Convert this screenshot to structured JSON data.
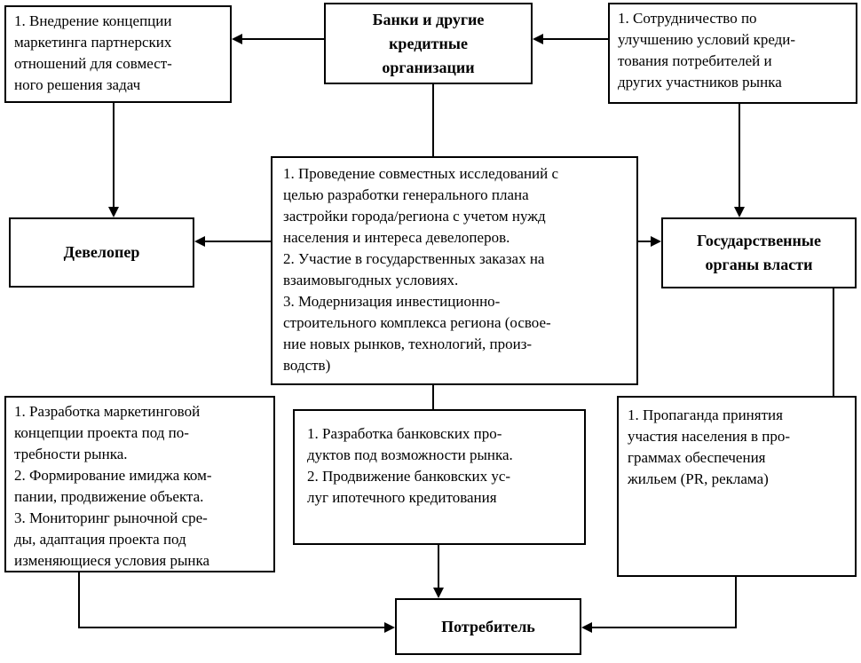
{
  "boxes": {
    "partnership": {
      "text": "1. Внедрение концепции\nмаркетинга партнерских\nотношений для совмест-\nного решения задач"
    },
    "banks": {
      "label": "Банки и другие\nкредитные\nорганизации"
    },
    "cooperation": {
      "text": "1. Сотрудничество по\nулучшению условий креди-\nтования потребителей и\nдругих участников рынка"
    },
    "developer": {
      "label": "Девелопер"
    },
    "joint_activities": {
      "text": "1. Проведение совместных исследований с\nцелью разработки генерального плана\nзастройки города/региона с учетом нужд\nнаселения и интереса девелоперов.\n2. Участие в государственных заказах на\nвзаимовыгодных условиях.\n3. Модернизация инвестиционно-\nстроительного комплекса региона (освое-\nние новых рынков, технологий, произ-\nводств)"
    },
    "government": {
      "label": "Государственные\nорганы власти"
    },
    "developer_tasks": {
      "text": "1. Разработка маркетинговой\nконцепции проекта под по-\nтребности рынка.\n2. Формирование имиджа ком-\nпании, продвижение объекта.\n3. Мониторинг рыночной сре-\nды, адаптация проекта под\nизменяющиеся условия рынка"
    },
    "bank_tasks": {
      "text": "1. Разработка банковских про-\nдуктов под возможности рынка.\n2. Продвижение банковских ус-\nлуг ипотечного кредитования"
    },
    "government_tasks": {
      "text": "1. Пропаганда принятия\nучастия населения в про-\nграммах обеспечения\nжильем (PR, реклама)"
    },
    "consumer": {
      "label": "Потребитель"
    }
  },
  "colors": {
    "line": "#000000",
    "background": "#ffffff"
  }
}
